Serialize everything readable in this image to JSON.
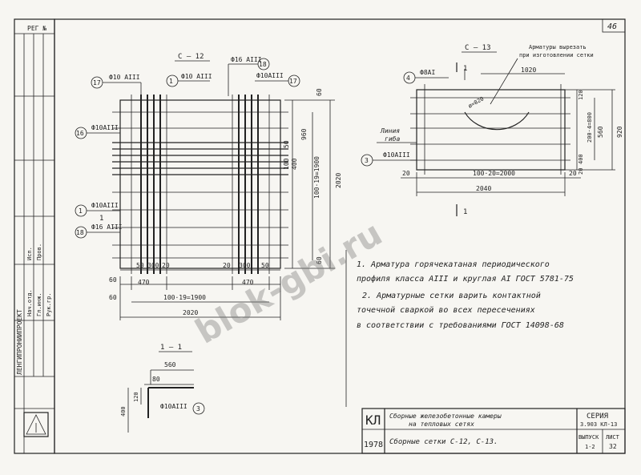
{
  "sheet": {
    "sheet_number": "46",
    "reg_no": "РЕГ №",
    "watermark": "blok-gbi.ru"
  },
  "left_view": {
    "section_label": "С — 12",
    "callouts": [
      {
        "num": "17",
        "text": "Ф10 АIII"
      },
      {
        "num": "1",
        "text": "Ф10 АIII"
      },
      {
        "num": "18",
        "text": "Ф16 АIII"
      },
      {
        "num": "17",
        "text": "Ф10АIII"
      },
      {
        "num": "16",
        "text": "Ф10АIII"
      },
      {
        "num": "1",
        "text": "Ф10АIII"
      },
      {
        "num": "18",
        "text": "Ф16 АIII"
      }
    ],
    "dims_right": [
      "60",
      "50",
      "960",
      "100",
      "400",
      "100·19=1900",
      "2020",
      "60"
    ],
    "dims_bottom": [
      "50",
      "300",
      "20",
      "20",
      "300",
      "50",
      "470",
      "470",
      "100·19=1900",
      "60",
      "60",
      "2020"
    ],
    "section_mark": "1"
  },
  "right_view": {
    "section_label": "С — 13",
    "note_cut": "Арматуры вырезать при изготовлении сетки",
    "circle_dim": "ø=820",
    "callouts": [
      {
        "num": "4",
        "text": "Ф8АI"
      },
      {
        "num": "3",
        "text": "Ф10АIII"
      }
    ],
    "line_label": "Линия гиба",
    "dims_top": [
      "1020"
    ],
    "dims_right": [
      "120",
      "200·4=800",
      "560",
      "920",
      "400",
      "20"
    ],
    "dims_bottom": [
      "20",
      "100·20=2000",
      "20",
      "2040"
    ],
    "section_mark": "1"
  },
  "section_1_1": {
    "title": "1 — 1",
    "dims": [
      "560",
      "80",
      "120",
      "400"
    ],
    "callout": {
      "num": "3",
      "text": "Ф10АIII"
    }
  },
  "notes": [
    "1. Арматура горячекатаная периодического",
    "профиля класса АIII и круглая АI ГОСТ 5781-75",
    "2. Арматурные сетки варить контактной",
    "точечной сваркой во всех пересечениях",
    "в соответствии с требованиями ГОСТ 14098-68"
  ],
  "title_block": {
    "code": "КЛ",
    "year": "1978",
    "title_line1": "Сборные железобетонные камеры",
    "title_line2": "на тепловых сетях",
    "subtitle": "Сборные сетки С-12, С-13.",
    "series_label": "СЕРИЯ",
    "series_value": "3.903 КЛ-13",
    "issue_label": "ВЫПУСК",
    "issue_value": "1-2",
    "sheet_label": "ЛИСТ",
    "sheet_value": "32"
  },
  "side_stamp": {
    "org": "ЛЕНГИПРОНИИПРОЕКТ",
    "roles": [
      "Нач.отд.",
      "Гл.инж.",
      "Рук.гр.",
      "Исп.",
      "Пров."
    ]
  }
}
